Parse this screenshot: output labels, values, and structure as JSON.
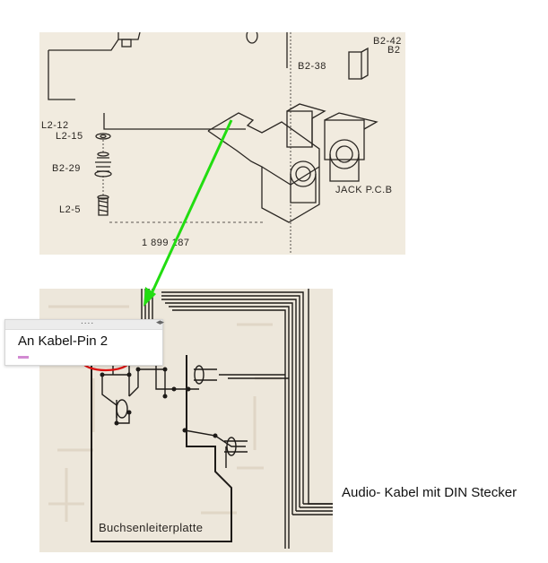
{
  "exploded_view": {
    "labels": {
      "b2_42": "B2-42",
      "b2": "B2",
      "b2_38": "B2-38",
      "l2_12": "L2-12",
      "l2_15": "L2-15",
      "b2_29": "B2-29",
      "l2_5": "L2-5",
      "part_no": "1 899 187",
      "jack_pcb": "JACK P.C.B"
    }
  },
  "schematic": {
    "board_label": "Buchsenleiterplatte"
  },
  "comment_box": {
    "text": "An Kabel-Pin 2",
    "grip": "....",
    "resize": "◂▸"
  },
  "annotation": "Audio- Kabel mit DIN Stecker",
  "colors": {
    "arrow": "#22dd11",
    "highlight_ellipse": "#dd1111",
    "panel_paper": "#f1ebdf",
    "ink": "#2a2622"
  }
}
